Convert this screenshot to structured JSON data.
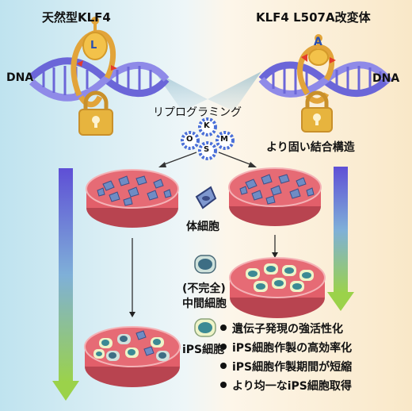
{
  "titles": {
    "wild_type": "天然型KLF4",
    "mutant": "KLF4 L507A改変体"
  },
  "dna_label": "DNA",
  "residues": {
    "wild_type": "L",
    "mutant": "A"
  },
  "reprogramming": "リプログラミング",
  "factors": [
    "K",
    "O",
    "S",
    "M"
  ],
  "stronger_binding": "より固い結合構造",
  "cell_labels": {
    "somatic": "体細胞",
    "intermediate_line1": "(不完全)",
    "intermediate_line2": "中間細胞",
    "ips": "iPS細胞"
  },
  "bullets": [
    "遺伝子発現の強活性化",
    "iPS細胞作製の高効率化",
    "iPS細胞作製期間が短縮",
    "より均一なiPS細胞取得"
  ],
  "colors": {
    "left_bg": "#cfeaf3",
    "right_bg": "#fbeed5",
    "dish": "#e25f6a",
    "dna_purple": "#6b66d8",
    "protein_orange": "#e2a43a",
    "arrow_top": "#6a56d8",
    "arrow_bottom": "#8fd14a"
  }
}
